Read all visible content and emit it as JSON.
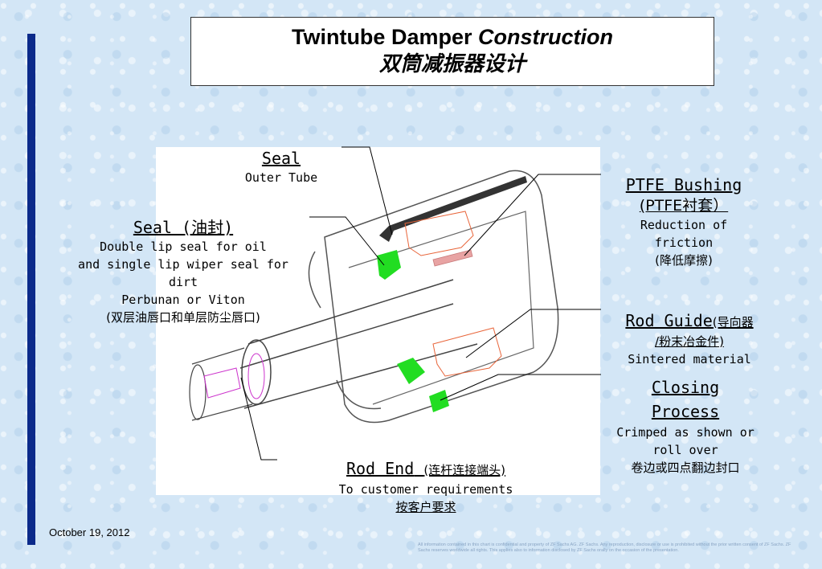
{
  "title": {
    "line1_plain": "Twintube Damper",
    "line1_italic": "Construction",
    "line2": "双筒减振器设计"
  },
  "labels": {
    "seal_top": {
      "head": "Seal",
      "sub": "Outer Tube"
    },
    "seal_left": {
      "head": "Seal (油封)",
      "line1": "Double lip seal for oil",
      "line2": "and single lip wiper seal for",
      "line3": "dirt",
      "line4": "Perbunan or Viton",
      "line5": "(双层油唇口和单层防尘唇口)"
    },
    "ptfe_bushing": {
      "head1": "PTFE Bushing",
      "head2": "(PTFE衬套）",
      "line1": "Reduction of",
      "line2": "friction",
      "line3": "(降低摩擦)"
    },
    "rod_guide": {
      "head": "Rod Guide",
      "head_cn": "(导向器",
      "head2": "/粉末冶金件)",
      "line1": "Sintered material"
    },
    "closing_process": {
      "head1": "Closing",
      "head2": "Process",
      "line1": "Crimped as shown or",
      "line2": "roll over",
      "line3": "卷边或四点翻边封口"
    },
    "rod_end": {
      "head": "Rod End",
      "head_cn": "(连杆连接端头)",
      "line1": "To customer requirements",
      "line2": "按客户要求"
    }
  },
  "footer": {
    "date": "October 19, 2012",
    "note": "All information contained in this chart is confidential and property of ZF Sachs AG. ZF Sachs. Any reproduction, disclosure or use is prohibited without the prior written consent of ZF Sachs. ZF Sachs reserves worldwide all rights. This applies also to information disclosed by ZF Sachs orally on the occasion of the presentation."
  },
  "colors": {
    "accent_bar": "#0b2a8a",
    "seal_green": "#22dd22",
    "guide_orange": "#e8653a",
    "rod_magenta": "#cc33cc"
  }
}
